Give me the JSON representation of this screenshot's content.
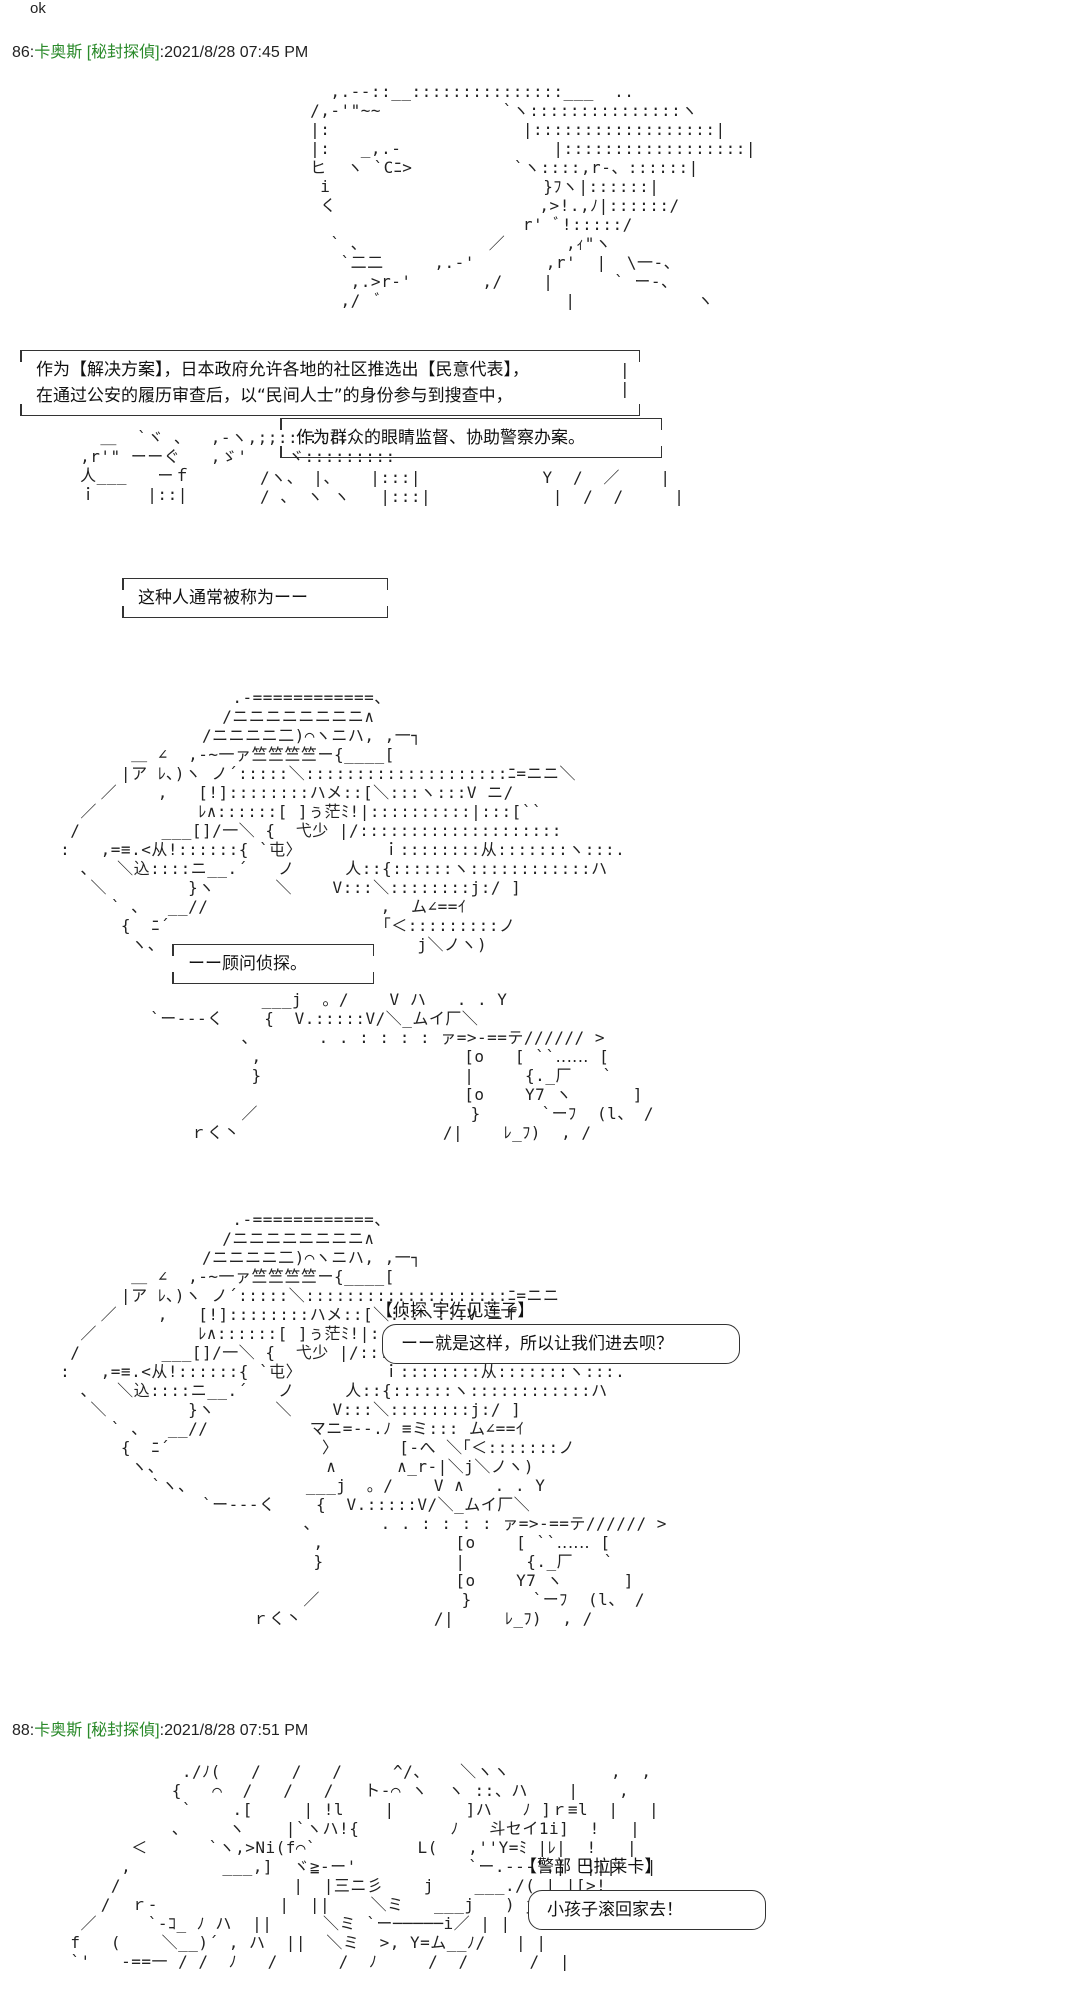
{
  "top_text": "ok",
  "posts": [
    {
      "number": "86",
      "name": "卡奥斯",
      "trip": "[秘封探偵]",
      "date": "2021/8/28 07:45 PM"
    },
    {
      "number": "88",
      "name": "卡奥斯",
      "trip": "[秘封探偵]",
      "date": "2021/8/28 07:51 PM"
    }
  ],
  "boxes": {
    "solution_line1": "作为【解决方案】，日本政府允许各地的社区推选出【民意代表】，",
    "solution_line2": "在通过公安的履历审查后，以“民间人士”的身份参与到搜查中，",
    "eyes": "作为群众的眼睛监督、协助警察办案。",
    "called": "这种人通常被称为ーー",
    "consultant": "ーー顾问侦探。",
    "detective_label": "【侦探 宇佐见莲子】",
    "detective_speech": "ーー就是这样，所以让我们进去呗？",
    "police_label": "【警部 巴拉莱卡】",
    "police_speech": "小孩子滚回家去！"
  }
}
